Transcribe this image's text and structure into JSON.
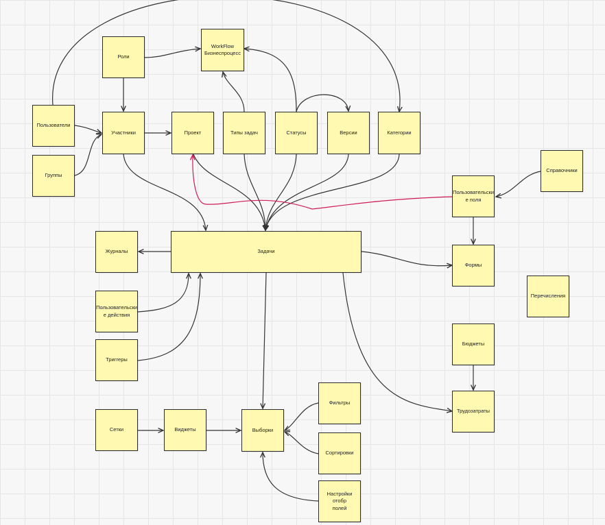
{
  "colors": {
    "note": "#fff9b1",
    "edge": "#333333",
    "accent_edge": "#d01a5a"
  },
  "nodes": {
    "workflow": "WorkFlow\nБизнеспроцесс",
    "roles": "Роли",
    "users": "Пользователи",
    "groups": "Группы",
    "participants": "Участники",
    "project": "Проект",
    "task_types": "Типы задач",
    "statuses": "Статусы",
    "versions": "Версии",
    "categories": "Категории",
    "dictionaries": "Справочники",
    "custom_fields": "Пользовательски\nе поля",
    "tasks": "Задачи",
    "journals": "Журналы",
    "forms": "Формы",
    "enumerations": "Перечисления",
    "user_actions": "Пользовательски\nе действия",
    "triggers": "Триггеры",
    "budgets": "Бюджеты",
    "labor_costs": "Трудозатраты",
    "filters": "Фильтры",
    "grids": "Сетки",
    "widgets": "Виджеты",
    "selections": "Выборки",
    "sorts": "Сортировки",
    "display_settings": "Настройки\nотобр\nполей"
  }
}
